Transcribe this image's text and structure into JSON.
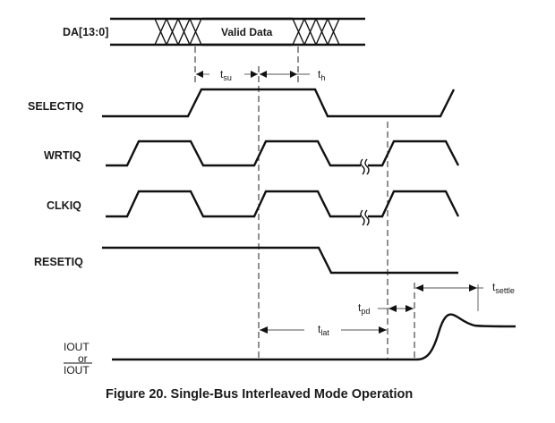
{
  "signals": [
    {
      "id": "da",
      "label": "DA[13:0]"
    },
    {
      "id": "selectiq",
      "label": "SELECTIQ"
    },
    {
      "id": "wrtiq",
      "label": "WRTIQ"
    },
    {
      "id": "clkiq",
      "label": "CLKIQ"
    },
    {
      "id": "resetiq",
      "label": "RESETIQ"
    }
  ],
  "output_signal": {
    "line1": "IOUT",
    "line2": "or",
    "line3": "IOUT",
    "line3_overbar": true
  },
  "bus_text": "Valid Data",
  "timing": {
    "tsu": {
      "base": "t",
      "sub": "su"
    },
    "th": {
      "base": "t",
      "sub": "h"
    },
    "tpd": {
      "base": "t",
      "sub": "pd"
    },
    "tlat": {
      "base": "t",
      "sub": "lat"
    },
    "tsettle": {
      "base": "t",
      "sub": "settle"
    }
  },
  "caption": "Figure 20. Single-Bus Interleaved Mode Operation",
  "colors": {
    "ink": "#111111",
    "background": "#ffffff"
  }
}
